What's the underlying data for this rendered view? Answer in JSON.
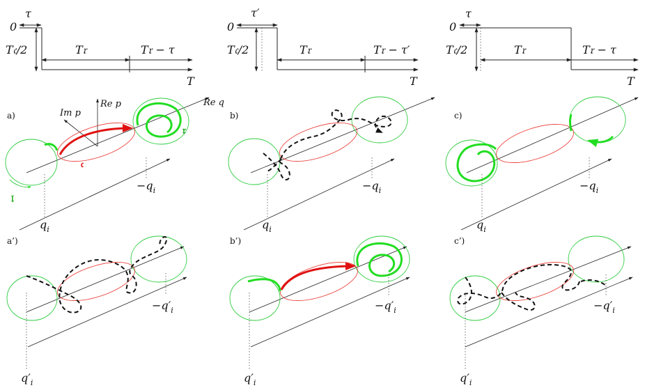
{
  "timelines": [
    {
      "start": "0",
      "shift": "τ",
      "half": "T𝔠/2",
      "mid": "T𝔯",
      "rest": "T𝔯 − τ",
      "end": "T"
    },
    {
      "start": "0",
      "shift": "τ′",
      "half": "T𝔠/2",
      "mid": "T𝔯",
      "rest": "T𝔯 − τ′",
      "end": "T"
    },
    {
      "start": "0",
      "shift": "τ",
      "half": "T𝔠/2",
      "mid": "T𝔯",
      "rest": "T𝔯 − τ",
      "end": "T"
    }
  ],
  "panels": {
    "a": {
      "tag": "a)",
      "left": "q",
      "left_sub": "i",
      "right": "−q",
      "right_sub": "i",
      "axis_q": "Re q",
      "axis_p": "Re p",
      "axis_im": "Im p",
      "label_c": "𝔠",
      "label_r": "𝔯",
      "label_l": "𝔩"
    },
    "b": {
      "tag": "b)",
      "left": "q",
      "left_sub": "i",
      "right": "−q",
      "right_sub": "i"
    },
    "c": {
      "tag": "c)",
      "left": "q",
      "left_sub": "i",
      "right": "−q",
      "right_sub": "i"
    },
    "a2": {
      "tag": "a’)",
      "left": "q′",
      "left_sub": "i",
      "right": "−q′",
      "right_sub": "i"
    },
    "b2": {
      "tag": "b’)",
      "left": "q′",
      "left_sub": "i",
      "right": "−q′",
      "right_sub": "i"
    },
    "c2": {
      "tag": "c’)",
      "left": "q′",
      "left_sub": "i",
      "right": "−q′",
      "right_sub": "i"
    }
  },
  "colors": {
    "green": "#2ecc40",
    "red": "#e8322b",
    "dashed": "#111111"
  }
}
